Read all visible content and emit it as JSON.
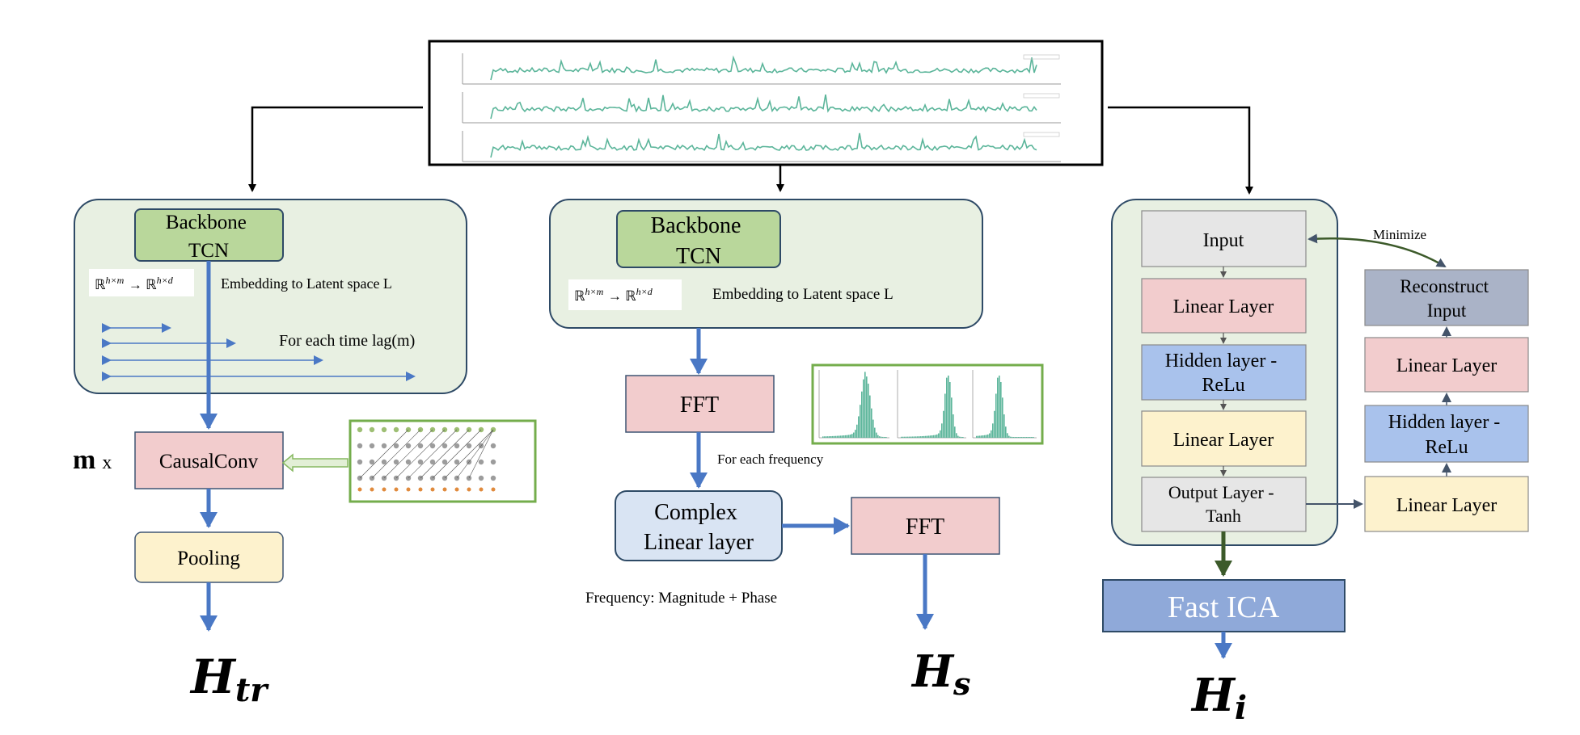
{
  "colors": {
    "panel_fill": "#e8f0e2",
    "panel_stroke": "#2e4a66",
    "green_box": "#b9d79b",
    "pink_box": "#f2cccd",
    "yellow_box": "#fdf2cd",
    "blue_box": "#a9c2ec",
    "lightblue_box": "#d9e4f3",
    "gray_box": "#e6e6e6",
    "slate_box": "#aab3c7",
    "arrow_blue": "#4a78c5",
    "arrow_green": "#3c5a2a",
    "fastica_box": "#8fa9d9",
    "series_green": "#5bb59a",
    "thumb_border": "#74ad4c"
  },
  "left": {
    "backbone": "Backbone\nTCN",
    "math": "ℝ^{h×m} → ℝ^{h×d}",
    "embedding": "Embedding to Latent space L",
    "lag": "For each time lag(m)",
    "multiplier": "m x",
    "causalconv": "CausalConv",
    "pooling": "Pooling",
    "output": "H_tr",
    "output_main": "H",
    "output_sub": "tr"
  },
  "middle": {
    "backbone": "Backbone\nTCN",
    "math": "ℝ^{h×m} → ℝ^{h×d}",
    "embedding": "Embedding to Latent space L",
    "fft1": "FFT",
    "freq_note": "For each frequency",
    "complex": "Complex\nLinear layer",
    "fft2": "FFT",
    "mag_phase": "Frequency: Magnitude + Phase",
    "output": "H_s",
    "output_main": "H",
    "output_sub": "s"
  },
  "right": {
    "input": "Input",
    "linear1": "Linear Layer",
    "hidden1": "Hidden layer -\nReLu",
    "linear2": "Linear Layer",
    "output_layer": "Output Layer -\nTanh",
    "minimize": "Minimize",
    "reconstruct": "Reconstruct\nInput",
    "dec_linear1": "Linear Layer",
    "dec_hidden": "Hidden layer -\nReLu",
    "dec_linear2": "Linear Layer",
    "fastica": "Fast ICA",
    "output": "H_i",
    "output_main": "H",
    "output_sub": "i"
  }
}
